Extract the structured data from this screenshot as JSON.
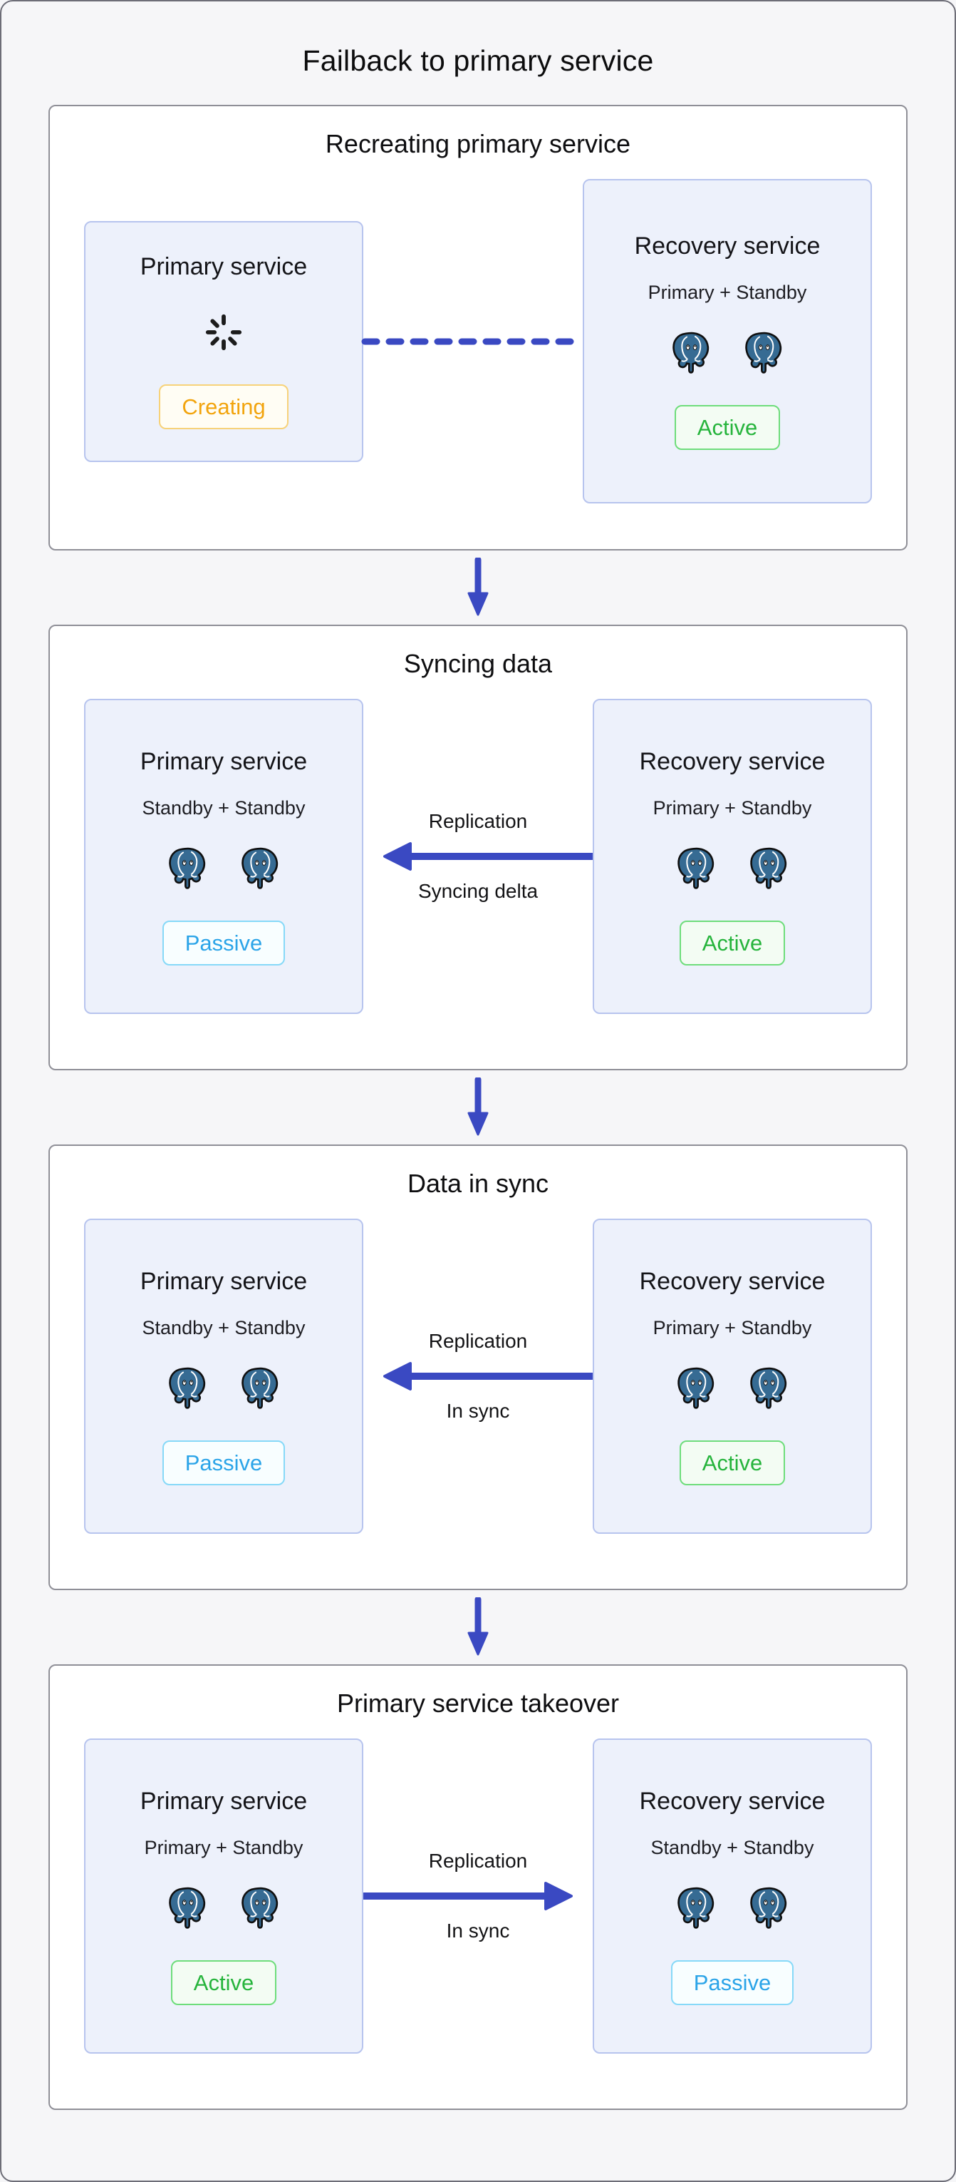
{
  "title": "Failback to primary service",
  "colors": {
    "canvas_background": "#f6f6f8",
    "panel_background": "#ffffff",
    "panel_border": "#8f8f97",
    "service_box_background": "#edf1fb",
    "service_box_border": "#b7c4ee",
    "arrow_blue": "#3a49c2",
    "creating_orange": "#f2a40d",
    "active_green": "#26b43c",
    "passive_blue": "#2ba4e8",
    "elephant_blue": "#366b93"
  },
  "stages": [
    {
      "title": "Recreating primary service",
      "left": {
        "title": "Primary service",
        "icon": "loading-spinner-icon",
        "badge": {
          "label": "Creating",
          "status": "creating"
        }
      },
      "connector": {
        "type": "dashed-line",
        "labels": {
          "top": "",
          "bottom": ""
        }
      },
      "right": {
        "title": "Recovery service",
        "subtitle": "Primary + Standby",
        "icon": "postgres-elephant-icon",
        "icon_count": 2,
        "badge": {
          "label": "Active",
          "status": "active"
        }
      }
    },
    {
      "title": "Syncing data",
      "left": {
        "title": "Primary service",
        "subtitle": "Standby + Standby",
        "icon": "postgres-elephant-icon",
        "icon_count": 2,
        "badge": {
          "label": "Passive",
          "status": "passive"
        }
      },
      "connector": {
        "type": "solid-arrow",
        "direction": "left",
        "labels": {
          "top": "Replication",
          "bottom": "Syncing delta"
        }
      },
      "right": {
        "title": "Recovery service",
        "subtitle": "Primary + Standby",
        "icon": "postgres-elephant-icon",
        "icon_count": 2,
        "badge": {
          "label": "Active",
          "status": "active"
        }
      }
    },
    {
      "title": "Data in sync",
      "left": {
        "title": "Primary service",
        "subtitle": "Standby + Standby",
        "icon": "postgres-elephant-icon",
        "icon_count": 2,
        "badge": {
          "label": "Passive",
          "status": "passive"
        }
      },
      "connector": {
        "type": "solid-arrow",
        "direction": "left",
        "labels": {
          "top": "Replication",
          "bottom": "In sync"
        }
      },
      "right": {
        "title": "Recovery service",
        "subtitle": "Primary + Standby",
        "icon": "postgres-elephant-icon",
        "icon_count": 2,
        "badge": {
          "label": "Active",
          "status": "active"
        }
      }
    },
    {
      "title": "Primary service takeover",
      "left": {
        "title": "Primary service",
        "subtitle": "Primary + Standby",
        "icon": "postgres-elephant-icon",
        "icon_count": 2,
        "badge": {
          "label": "Active",
          "status": "active"
        }
      },
      "connector": {
        "type": "solid-arrow",
        "direction": "right",
        "labels": {
          "top": "Replication",
          "bottom": "In sync"
        }
      },
      "right": {
        "title": "Recovery service",
        "subtitle": "Standby + Standby",
        "icon": "postgres-elephant-icon",
        "icon_count": 2,
        "badge": {
          "label": "Passive",
          "status": "passive"
        }
      }
    }
  ]
}
